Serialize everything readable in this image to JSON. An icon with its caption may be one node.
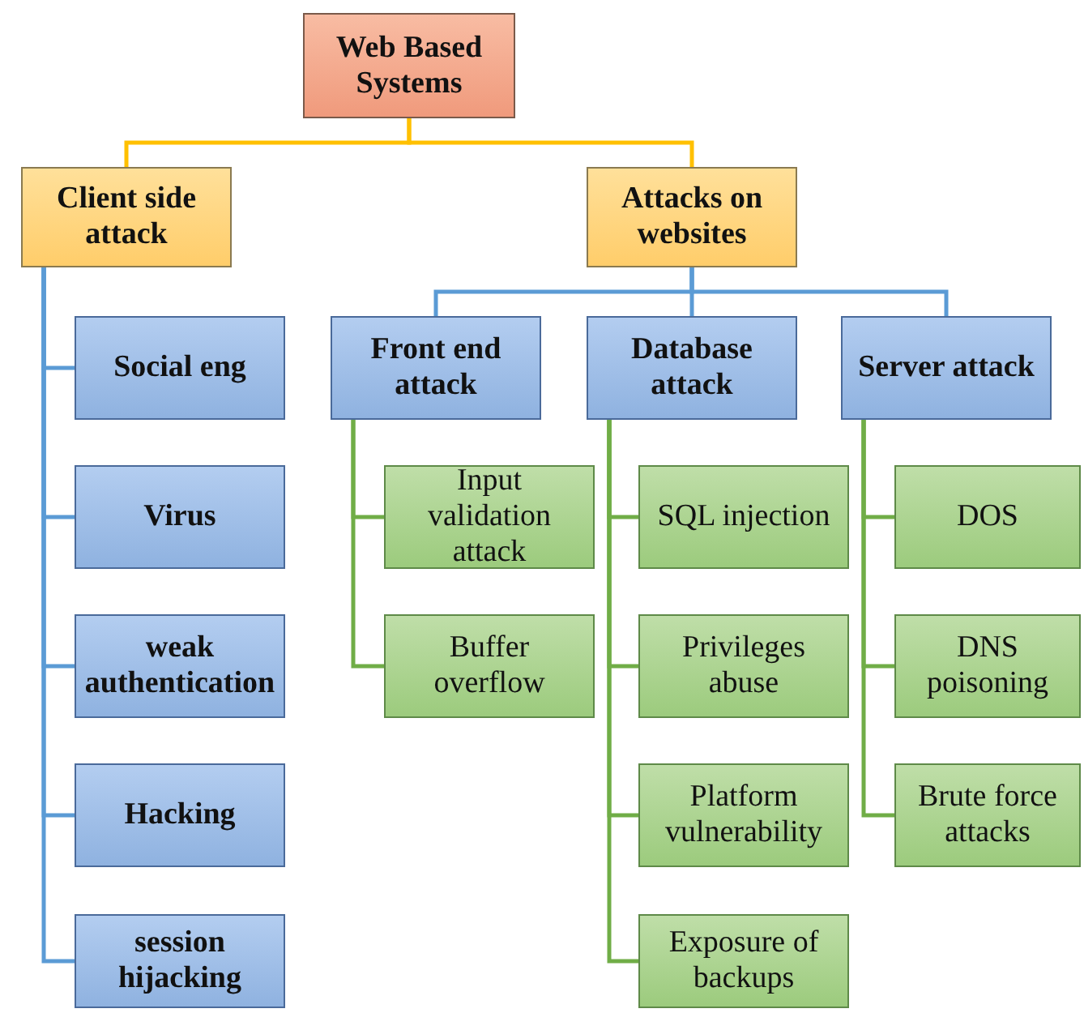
{
  "diagram": {
    "nodes": [
      {
        "text": [
          "Web Based Systems"
        ]
      },
      {
        "text": [
          "Client side attack"
        ]
      },
      {
        "text": [
          "Attacks on websites"
        ]
      },
      {
        "text": [
          "Front end attack"
        ]
      },
      {
        "text": [
          "Database attack"
        ]
      },
      {
        "text": [
          "Server attack"
        ]
      },
      {
        "text": [
          "Social eng"
        ]
      },
      {
        "text": [
          "Virus"
        ]
      },
      {
        "text": [
          "weak authentication"
        ]
      },
      {
        "text": [
          "Hacking"
        ]
      },
      {
        "text": [
          "session hijacking"
        ]
      },
      {
        "text": [
          "Input validation attack"
        ]
      },
      {
        "text": [
          "Buffer overflow"
        ]
      },
      {
        "text": [
          "SQL injection"
        ]
      },
      {
        "text": [
          "Privileges abuse"
        ]
      },
      {
        "text": [
          "Platform vulnerability"
        ]
      },
      {
        "text": [
          "Exposure of backups"
        ]
      },
      {
        "text": [
          "DOS"
        ]
      },
      {
        "text": [
          "DNS poisoning"
        ]
      },
      {
        "text": [
          "Brute force attacks"
        ]
      }
    ],
    "edges": [
      {
        "from": 0,
        "to": 1,
        "arrow": "none",
        "color": "#ffc000"
      },
      {
        "from": 0,
        "to": 2,
        "arrow": "none",
        "color": "#ffc000"
      },
      {
        "from": 2,
        "to": 3,
        "arrow": "none",
        "color": "#5b9bd5"
      },
      {
        "from": 2,
        "to": 4,
        "arrow": "none",
        "color": "#5b9bd5"
      },
      {
        "from": 2,
        "to": 5,
        "arrow": "none",
        "color": "#5b9bd5"
      },
      {
        "from": 1,
        "to": 6,
        "arrow": "none",
        "color": "#5b9bd5"
      },
      {
        "from": 1,
        "to": 7,
        "arrow": "none",
        "color": "#5b9bd5"
      },
      {
        "from": 1,
        "to": 8,
        "arrow": "none",
        "color": "#5b9bd5"
      },
      {
        "from": 1,
        "to": 9,
        "arrow": "none",
        "color": "#5b9bd5"
      },
      {
        "from": 1,
        "to": 10,
        "arrow": "none",
        "color": "#5b9bd5"
      },
      {
        "from": 3,
        "to": 11,
        "arrow": "none"
      },
      {
        "from": 3,
        "to": 12,
        "arrow": "none"
      },
      {
        "from": 4,
        "to": 13,
        "arrow": "none"
      },
      {
        "from": 4,
        "to": 14,
        "arrow": "none"
      },
      {
        "from": 4,
        "to": 15,
        "arrow": "none"
      },
      {
        "from": 4,
        "to": 16,
        "arrow": "none"
      },
      {
        "from": 5,
        "to": 17,
        "arrow": "none"
      },
      {
        "from": 5,
        "to": 18,
        "arrow": "none"
      },
      {
        "from": 5,
        "to": 19,
        "arrow": "none"
      }
    ]
  }
}
